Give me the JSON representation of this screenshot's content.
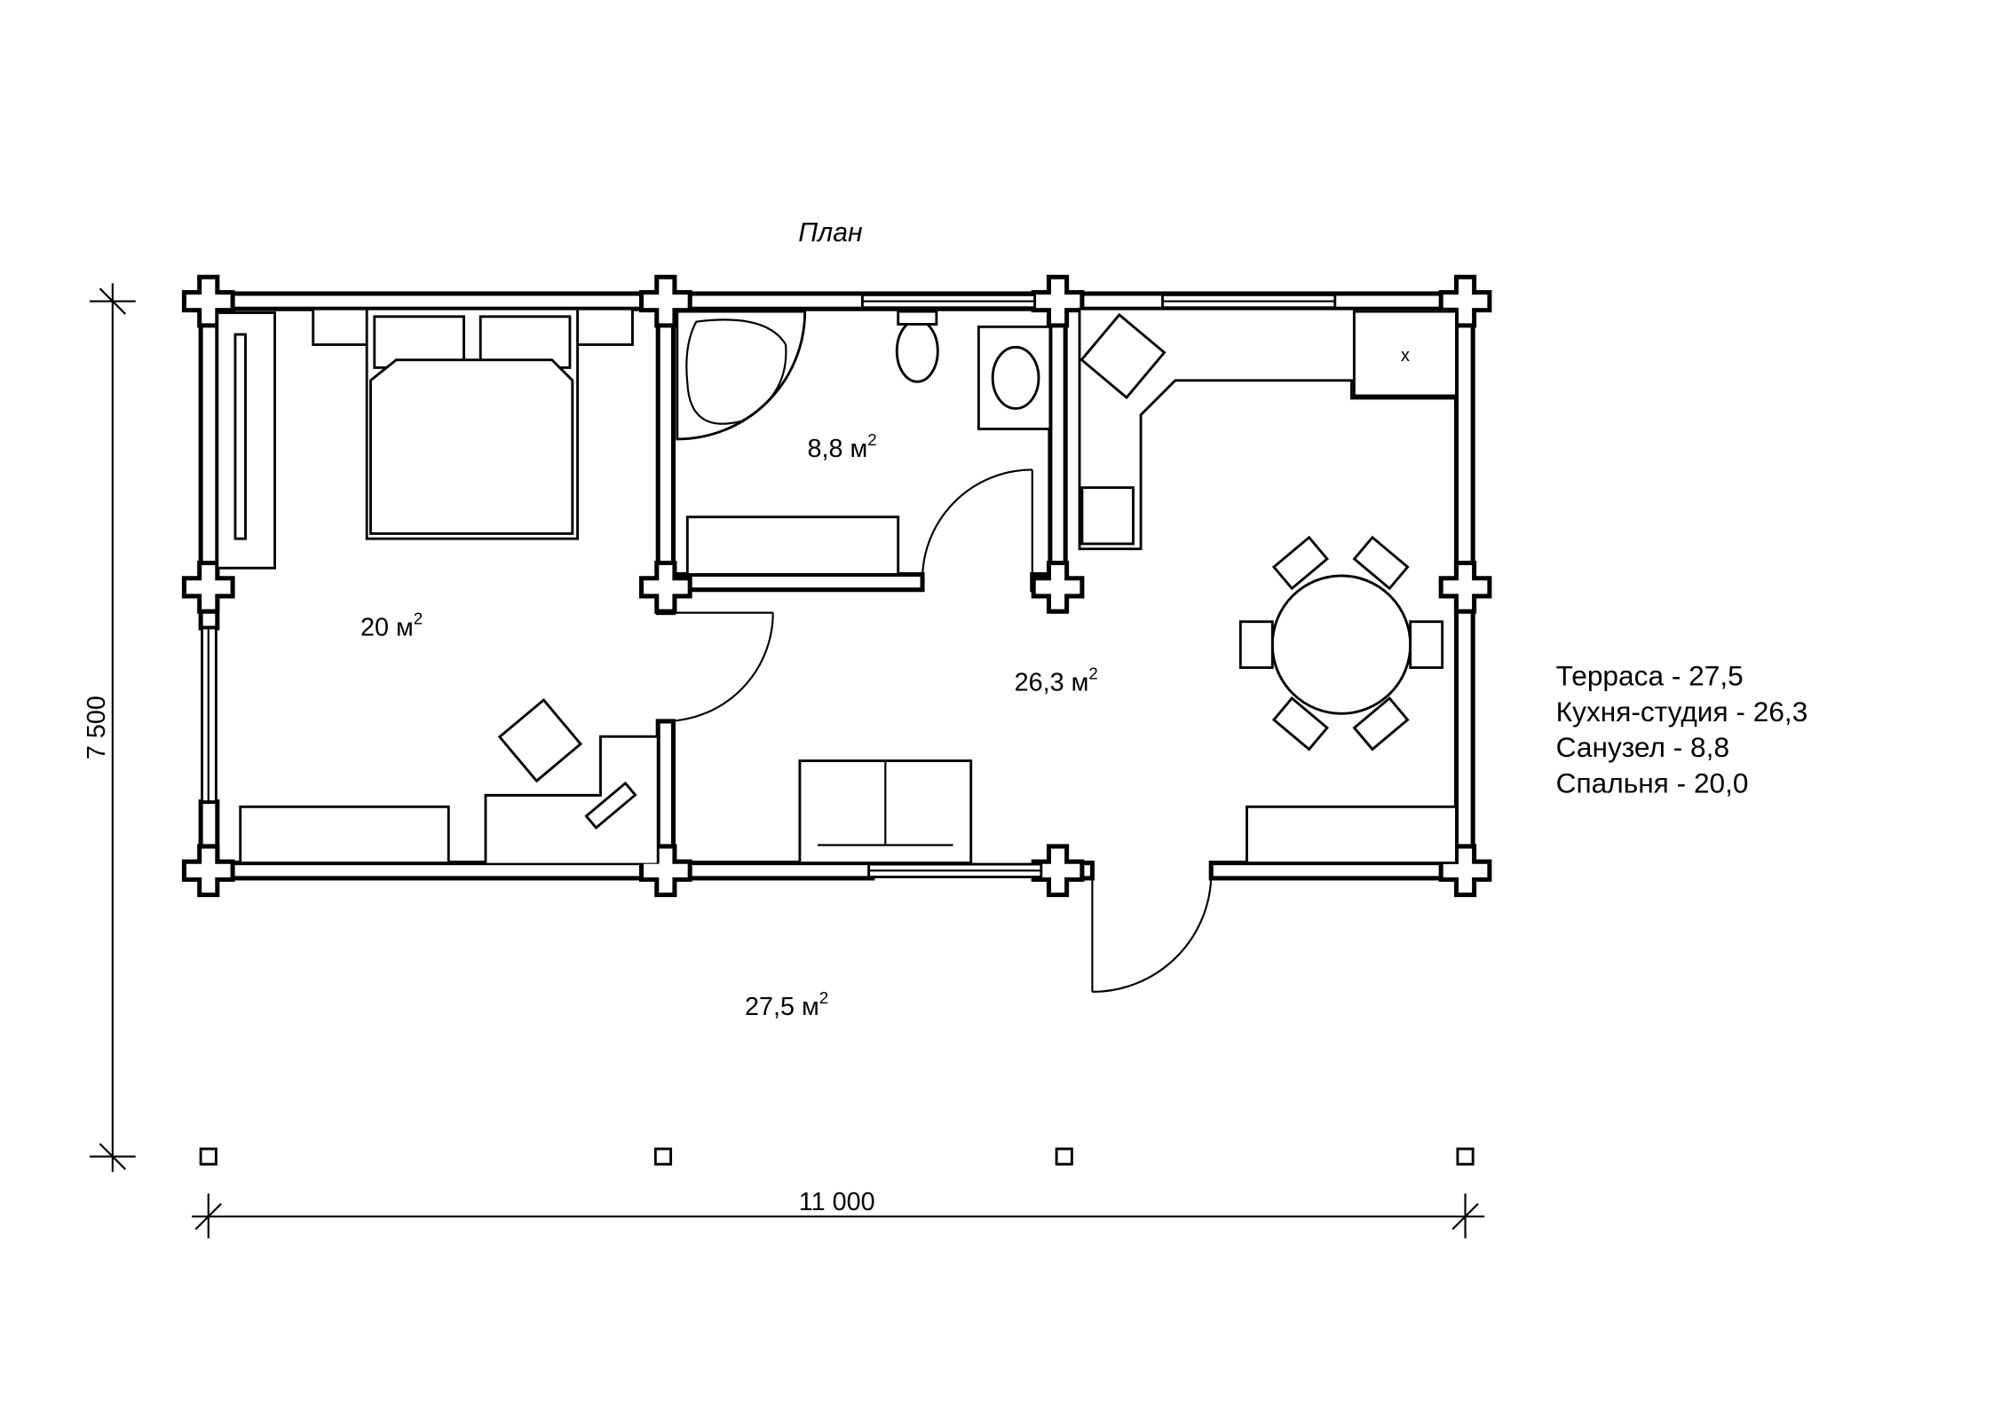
{
  "title": "План",
  "rooms": {
    "bathroom": {
      "area": "8,8 м",
      "sup": "2"
    },
    "bedroom": {
      "area": "20 м",
      "sup": "2"
    },
    "kitchen": {
      "area": "26,3 м",
      "sup": "2"
    },
    "terrace": {
      "area": "27,5 м",
      "sup": "2"
    }
  },
  "dimensions": {
    "height": "7 500",
    "width": "11 000"
  },
  "stove_mark": "x",
  "legend": [
    "Терраса - 27,5",
    "Кухня-студия - 26,3",
    "Санузел - 8,8",
    "Спальня - 20,0"
  ]
}
